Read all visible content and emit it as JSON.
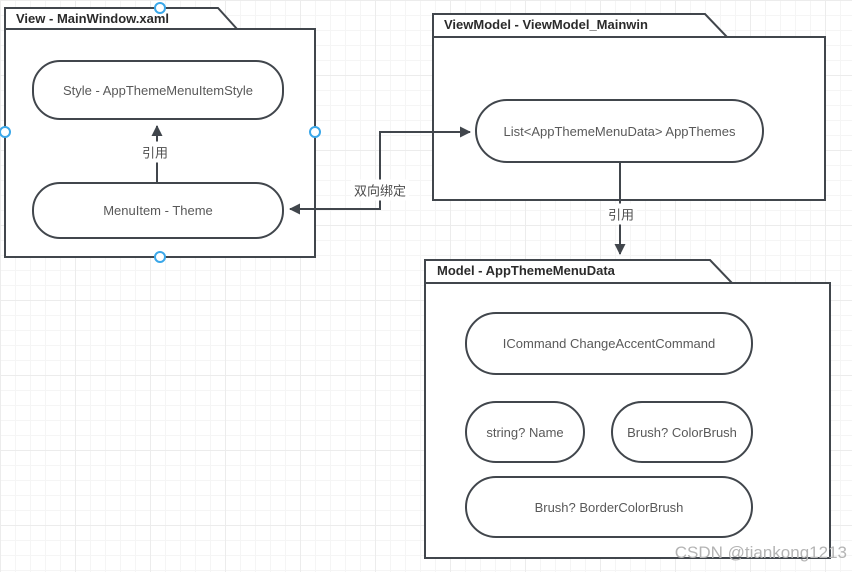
{
  "diagram": {
    "containers": [
      {
        "title": "View - MainWindow.xaml",
        "nodes": [
          {
            "label": "Style - AppThemeMenuItemStyle"
          },
          {
            "label": "MenuItem - Theme"
          }
        ]
      },
      {
        "title": "ViewModel - ViewModel_Mainwin",
        "nodes": [
          {
            "label": "List<AppThemeMenuData> AppThemes"
          }
        ]
      },
      {
        "title": "Model - AppThemeMenuData",
        "nodes": [
          {
            "label": "ICommand ChangeAccentCommand"
          },
          {
            "label": "string? Name"
          },
          {
            "label": "Brush? ColorBrush"
          },
          {
            "label": "Brush? BorderColorBrush"
          }
        ]
      }
    ],
    "edges": [
      {
        "label": "引用",
        "from": "MenuItem - Theme",
        "to": "Style - AppThemeMenuItemStyle"
      },
      {
        "label": "双向绑定",
        "from": "MenuItem - Theme",
        "to": "List<AppThemeMenuData> AppThemes"
      },
      {
        "label": "引用",
        "from": "List<AppThemeMenuData> AppThemes",
        "to": "Model - AppThemeMenuData"
      }
    ],
    "colors": {
      "stroke": "#41464c",
      "node_text": "#595959",
      "title_text": "#2b2b2b",
      "connection_handle": "#3aa7e9",
      "watermark": "#b4b4b4"
    }
  },
  "watermark": "CSDN @tiankong1213"
}
